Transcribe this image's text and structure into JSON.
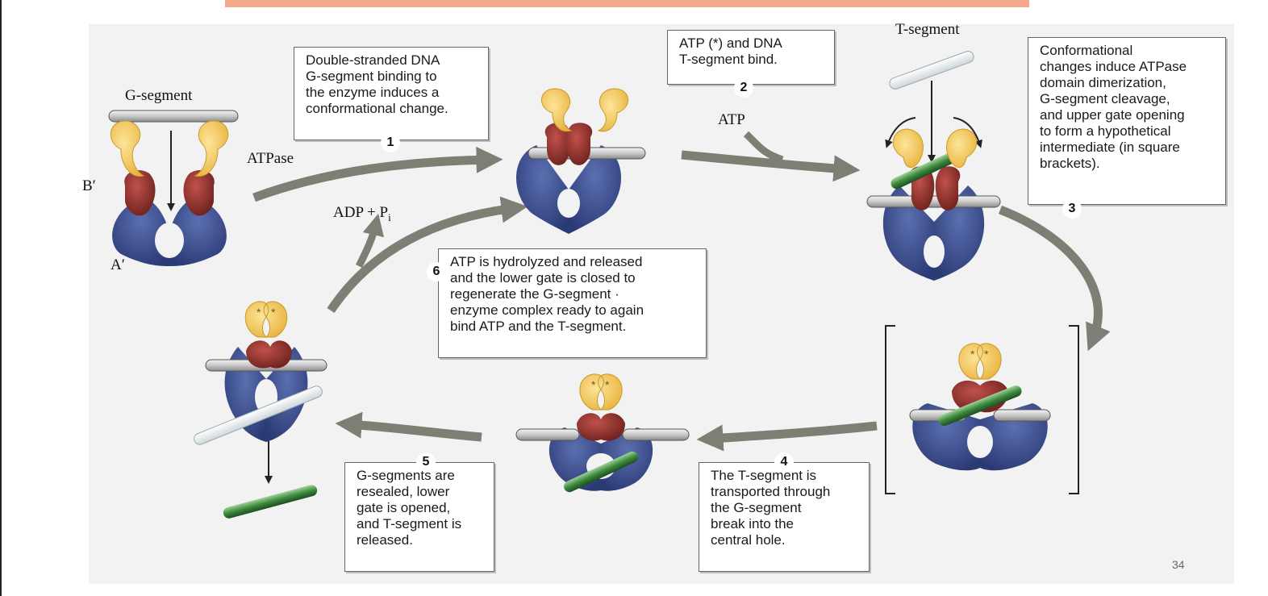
{
  "callouts": {
    "c1": {
      "step": "1",
      "text": "Double-stranded DNA\nG-segment binding to\nthe enzyme induces a\nconformational change."
    },
    "c2": {
      "step": "2",
      "text": "ATP (*) and DNA\nT-segment bind."
    },
    "c3": {
      "step": "3",
      "text": "Conformational\nchanges induce ATPase\ndomain dimerization,\nG-segment cleavage,\nand upper gate opening\nto form a hypothetical\nintermediate (in square\nbrackets)."
    },
    "c4": {
      "step": "4",
      "text": "The T-segment is\ntransported through\nthe G-segment\nbreak into the\ncentral hole."
    },
    "c5": {
      "step": "5",
      "text": "G-segments are\nresealed, lower\ngate is opened,\nand T-segment is\nreleased."
    },
    "c6": {
      "step": "6",
      "text": "ATP is hydrolyzed and released\nand the lower gate is closed to\nregenerate the G-segment ·\nenzyme complex ready to again\nbind ATP and the T-segment."
    }
  },
  "labels": {
    "g_segment": "G-segment",
    "t_segment": "T-segment",
    "atpase": "ATPase",
    "b_prime": "B′",
    "a_prime": "A′",
    "atp": "ATP",
    "adp_main": "ADP + P",
    "adp_sub": "i"
  },
  "page_number": "34",
  "colors": {
    "title_bar": "#f4a98a",
    "atpase_domain": "#f5c95a",
    "b_domain": "#8e2f2a",
    "a_domain": "#3b4f8e",
    "g_segment": "#c8c8c8",
    "t_segment": "#3e8a3e",
    "arrow": "#7e7e74"
  },
  "icons": {
    "asterisk": "*"
  }
}
